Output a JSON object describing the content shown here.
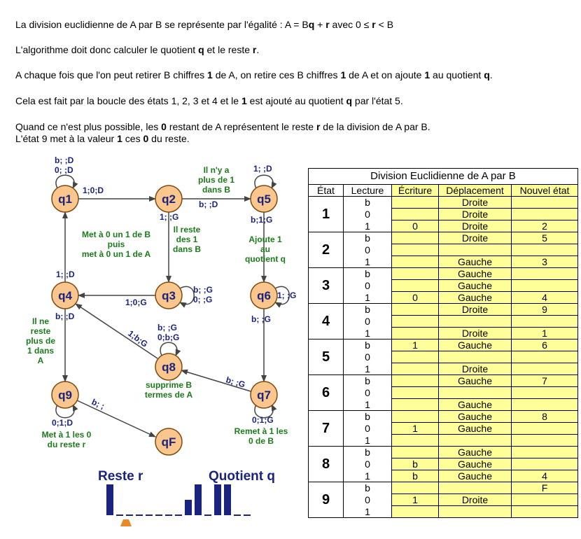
{
  "intro": {
    "p1": [
      "La division euclidienne de A par B se représente par l'égalité : A = B",
      "q",
      " + ",
      "r",
      " avec 0 ≤ ",
      "r",
      " < B"
    ],
    "p2": [
      "L'algorithme doit donc calculer le quotient ",
      "q",
      " et le reste ",
      "r",
      "."
    ],
    "p3": [
      "A chaque fois que l'on peut retirer B chiffres ",
      "1",
      " de A, on retire ces B chiffres ",
      "1",
      " de A et on ajoute ",
      "1",
      " au quotient ",
      "q",
      "."
    ],
    "p4": [
      "Cela est fait par la boucle des états 1, 2, 3 et 4 et le ",
      "1",
      " est ajouté au quotient ",
      "q",
      " par l'état 5."
    ],
    "p5": [
      "Quand ce n'est plus possible, les ",
      "0",
      " restant de A représentent le reste ",
      "r",
      " de la division de A par B."
    ],
    "p6": [
      "L'état 9 met à la valeur ",
      "1",
      " ces ",
      "0",
      " du reste."
    ]
  },
  "diagram": {
    "nodes": [
      "q1",
      "q2",
      "q3",
      "q4",
      "q5",
      "q6",
      "q7",
      "q8",
      "q9",
      "qF"
    ],
    "transitions": {
      "q1_loop": [
        "b; ;D",
        "0; ;D"
      ],
      "q1_q2": "1;0;D",
      "q2_q5": "b; ;D",
      "q2_q3": "1; ;G",
      "q5_loop": "1; ;D",
      "q5_q6": "b;1;G",
      "q6_loop": "1; ;G",
      "q6_q7": "b; ;G",
      "q3_loop": [
        "b; ;G",
        "0; ;G"
      ],
      "q3_q4": "1;0;G",
      "q4_q1": "1; ;D",
      "q4_q9": "b; ;D",
      "q7_q8": "b; ;G",
      "q7_loop": "0;1;G",
      "q8_q4": "1;b;G",
      "q8_loop": [
        "b; ;G",
        "0;b;G"
      ],
      "q9_loop": "0;1;D",
      "q9_qF": "b; ;"
    },
    "notes": {
      "q2_q5": [
        "Il n'y a",
        "plus de 1",
        "dans B"
      ],
      "q4_q1": [
        "Met à 0 un 1 de B",
        "puis",
        "met à 0 un 1 de A"
      ],
      "q2_q3": [
        "Il reste",
        "des 1",
        "dans B"
      ],
      "q5_q6": [
        "Ajoute 1",
        "au",
        "quotient q"
      ],
      "q4_q9": [
        "Il ne",
        "reste",
        "plus de",
        "1 dans",
        "A"
      ],
      "q8": [
        "supprime B",
        "termes de A"
      ],
      "q9": [
        "Met à 1 les 0",
        "du reste r"
      ],
      "q7": [
        "Remet à 1 les",
        "0 de B"
      ]
    },
    "tape": {
      "reste_label": "Reste r",
      "quotient_label": "Quotient q",
      "cells": [
        1,
        0,
        0,
        0,
        0,
        0,
        0,
        0,
        1,
        1,
        0,
        1,
        1,
        0,
        0
      ]
    }
  },
  "table": {
    "title": "Division Euclidienne de A par B",
    "headers": [
      "État",
      "Lecture",
      "Écriture",
      "Déplacement",
      "Nouvel état"
    ],
    "states": [
      {
        "state": "1",
        "rows": [
          [
            "b",
            "",
            "Droite",
            ""
          ],
          [
            "0",
            "",
            "Droite",
            ""
          ],
          [
            "1",
            "0",
            "Droite",
            "2"
          ]
        ]
      },
      {
        "state": "2",
        "rows": [
          [
            "b",
            "",
            "Droite",
            "5"
          ],
          [
            "0",
            "",
            "",
            ""
          ],
          [
            "1",
            "",
            "Gauche",
            "3"
          ]
        ]
      },
      {
        "state": "3",
        "rows": [
          [
            "b",
            "",
            "Gauche",
            ""
          ],
          [
            "0",
            "",
            "Gauche",
            ""
          ],
          [
            "1",
            "0",
            "Gauche",
            "4"
          ]
        ]
      },
      {
        "state": "4",
        "rows": [
          [
            "b",
            "",
            "Droite",
            "9"
          ],
          [
            "0",
            "",
            "",
            ""
          ],
          [
            "1",
            "",
            "Droite",
            "1"
          ]
        ]
      },
      {
        "state": "5",
        "rows": [
          [
            "b",
            "1",
            "Gauche",
            "6"
          ],
          [
            "0",
            "",
            "",
            ""
          ],
          [
            "1",
            "",
            "Droite",
            ""
          ]
        ]
      },
      {
        "state": "6",
        "rows": [
          [
            "b",
            "",
            "Gauche",
            "7"
          ],
          [
            "0",
            "",
            "",
            ""
          ],
          [
            "1",
            "",
            "Gauche",
            ""
          ]
        ]
      },
      {
        "state": "7",
        "rows": [
          [
            "b",
            "",
            "Gauche",
            "8"
          ],
          [
            "0",
            "1",
            "Gauche",
            ""
          ],
          [
            "1",
            "",
            "",
            ""
          ]
        ]
      },
      {
        "state": "8",
        "rows": [
          [
            "b",
            "",
            "Gauche",
            ""
          ],
          [
            "0",
            "b",
            "Gauche",
            ""
          ],
          [
            "1",
            "b",
            "Gauche",
            "4"
          ]
        ]
      },
      {
        "state": "9",
        "rows": [
          [
            "b",
            "",
            "",
            "F"
          ],
          [
            "0",
            "1",
            "Droite",
            ""
          ],
          [
            "1",
            "",
            "",
            ""
          ]
        ]
      }
    ]
  },
  "colors": {
    "node_fill": "#f9c78d",
    "highlight": "#ffff99",
    "label_blue": "#1a237e",
    "note_green": "#1b7a1b",
    "tape_bar": "#1a237e",
    "head": "#e8892a"
  }
}
